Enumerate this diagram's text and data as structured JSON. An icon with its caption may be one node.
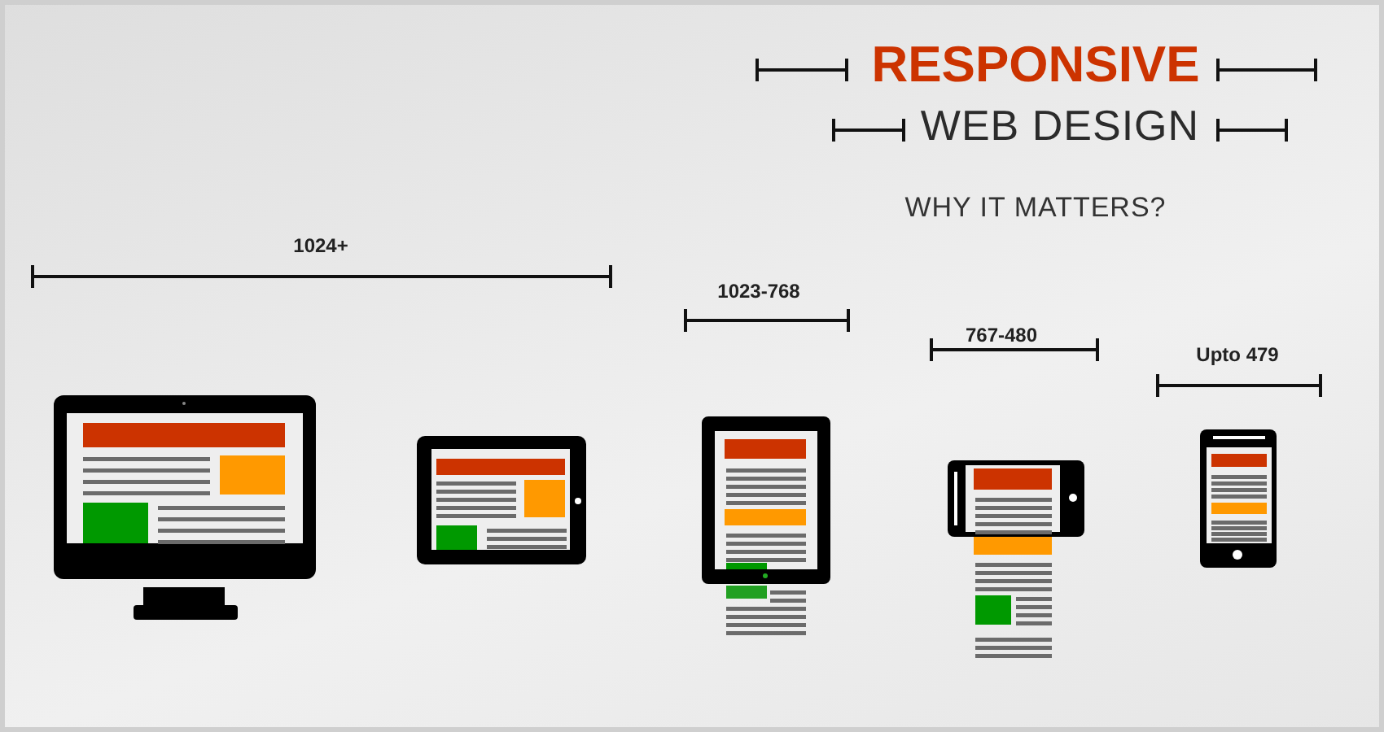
{
  "diagram": {
    "title": "RESPONSIVE",
    "labels": [
      "WEB DESIGN",
      "WHY IT MATTERS?",
      "1024+",
      "1023-768",
      "767-480",
      "Upto 479"
    ]
  }
}
